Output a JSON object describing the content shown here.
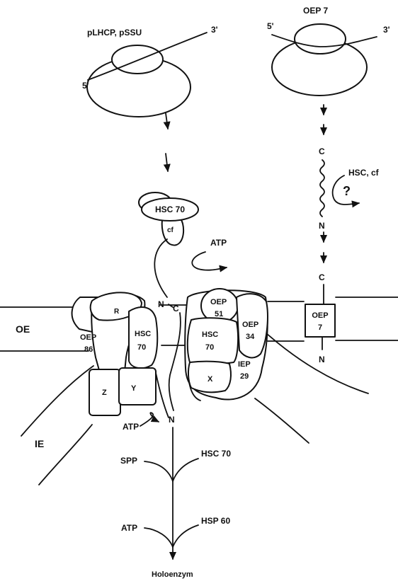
{
  "labels": {
    "mrna_left": "pLHCP, pSSU",
    "mrna_right": "OEP 7",
    "prime3": "3'",
    "prime5": "5'",
    "hsc70_cf": "HSC 70",
    "cf": "cf",
    "atp": "ATP",
    "c": "C",
    "n": "N",
    "hsc_cf": "HSC, cf",
    "question": "?",
    "oe": "OE",
    "ie": "IE",
    "r": "R",
    "oep": "OEP",
    "num86": "86",
    "hsc": "HSC",
    "num70": "70",
    "z": "Z",
    "y": "Y",
    "num51": "51",
    "num34": "34",
    "x": "X",
    "iep": "IEP",
    "num29": "29",
    "num7": "7",
    "spp": "SPP",
    "hsc70": "HSC 70",
    "hsp60": "HSP 60",
    "holoenzym": "Holoenzym"
  }
}
